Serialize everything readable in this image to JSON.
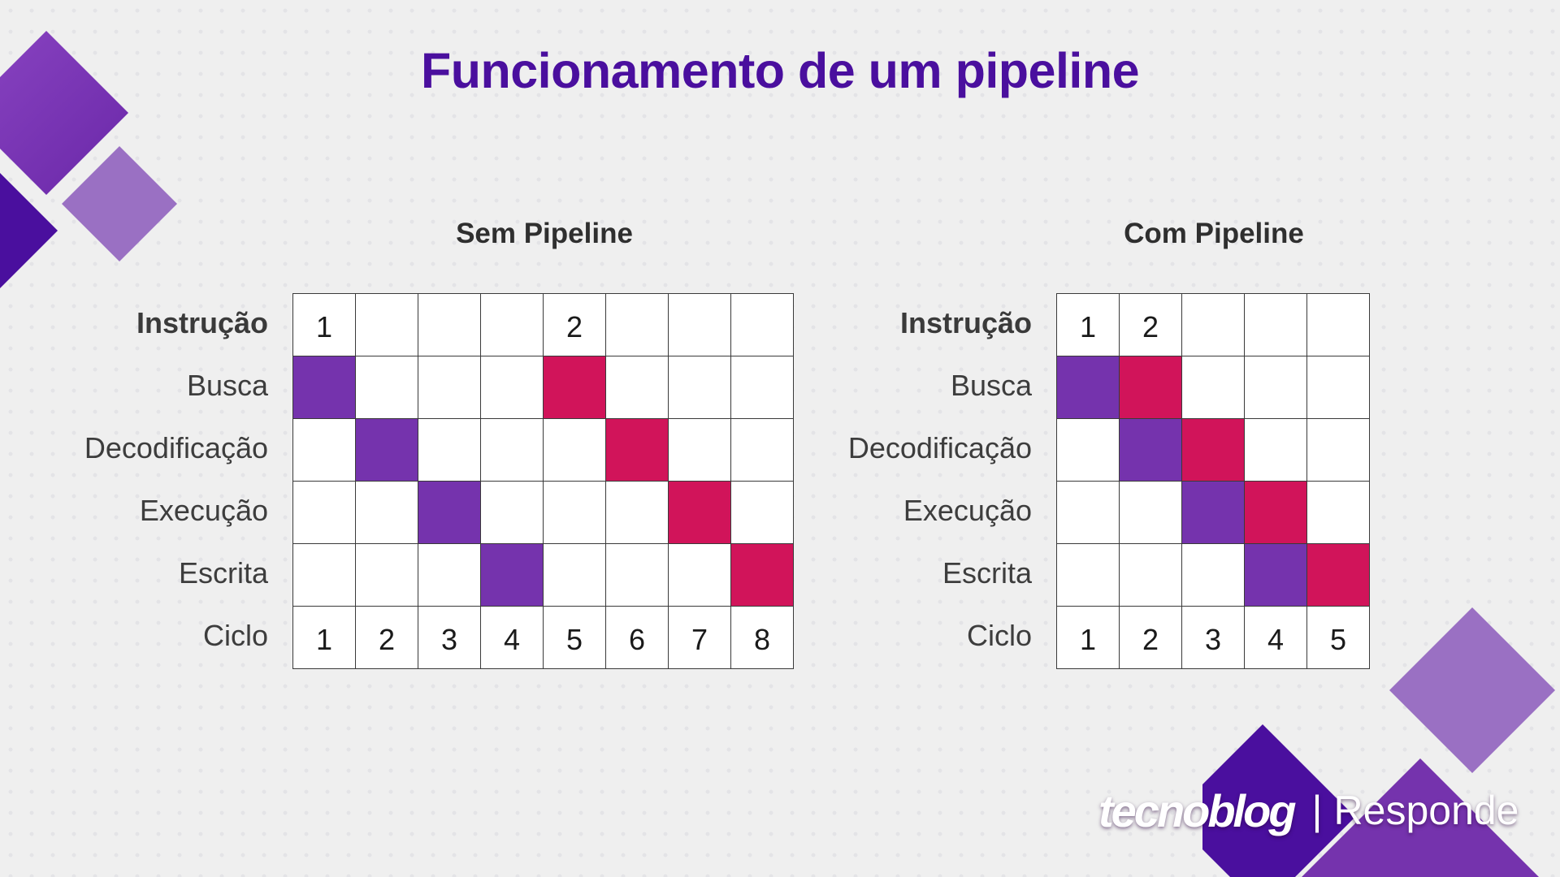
{
  "title": "Funcionamento de um pipeline",
  "colors": {
    "first_instruction": "#7533ad",
    "second_instruction": "#d1145a",
    "title": "#4a0f9e"
  },
  "row_labels": [
    "Instrução",
    "Busca",
    "Decodificação",
    "Execução",
    "Escrita",
    "Ciclo"
  ],
  "panels": [
    {
      "title": "Sem Pipeline",
      "instruction_row": [
        "1",
        "",
        "",
        "",
        "2",
        "",
        "",
        ""
      ],
      "stages": [
        [
          "1",
          "",
          "",
          "",
          "2",
          "",
          "",
          ""
        ],
        [
          "",
          "1",
          "",
          "",
          "",
          "2",
          "",
          ""
        ],
        [
          "",
          "",
          "1",
          "",
          "",
          "",
          "2",
          ""
        ],
        [
          "",
          "",
          "",
          "1",
          "",
          "",
          "",
          "2"
        ]
      ],
      "cycles": [
        "1",
        "2",
        "3",
        "4",
        "5",
        "6",
        "7",
        "8"
      ]
    },
    {
      "title": "Com Pipeline",
      "instruction_row": [
        "1",
        "2",
        "",
        "",
        ""
      ],
      "stages": [
        [
          "1",
          "2",
          "",
          "",
          ""
        ],
        [
          "",
          "1",
          "2",
          "",
          ""
        ],
        [
          "",
          "",
          "1",
          "2",
          ""
        ],
        [
          "",
          "",
          "",
          "1",
          "2"
        ]
      ],
      "cycles": [
        "1",
        "2",
        "3",
        "4",
        "5"
      ]
    }
  ],
  "logo": {
    "brand": "tecnoblog",
    "separator": "|",
    "section": "Responde"
  }
}
